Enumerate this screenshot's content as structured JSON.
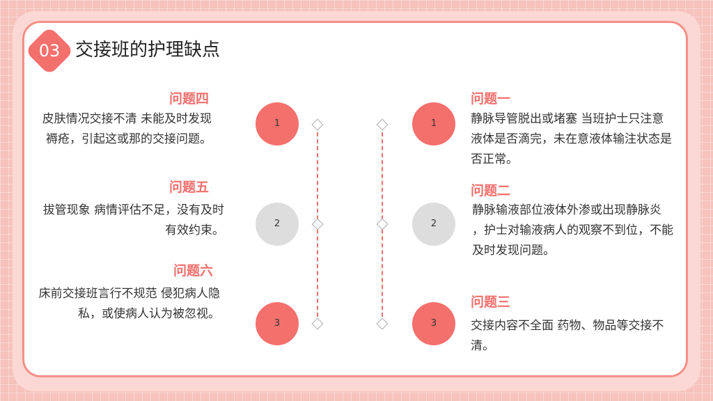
{
  "header": {
    "badge": "03",
    "title": "交接班的护理缺点"
  },
  "left": [
    {
      "title": "问题四",
      "desc": "皮肤情况交接不清  未能及时发现褥疮，引起这或那的交接问题。",
      "num": "1"
    },
    {
      "title": "问题五",
      "desc": "拔管现象  病情评估不足，没有及时有效约束。",
      "num": "2"
    },
    {
      "title": "问题六",
      "desc": "床前交接班言行不规范  侵犯病人隐私，或使病人认为被忽视。",
      "num": "3"
    }
  ],
  "right": [
    {
      "title": "问题一",
      "desc": "静脉导管脱出或堵塞  当班护士只注意液体是否滴完，未在意液体输注状态是否正常。",
      "num": "1"
    },
    {
      "title": "问题二",
      "desc": "静脉输液部位液体外渗或出现静脉炎  ，护士对输液病人的观察不到位，不能及时发现问题。",
      "num": "2"
    },
    {
      "title": "问题三",
      "desc": "交接内容不全面  药物、物品等交接不清。",
      "num": "3"
    }
  ],
  "colors": {
    "accent": "#f4706d",
    "gray": "#dddddd"
  }
}
